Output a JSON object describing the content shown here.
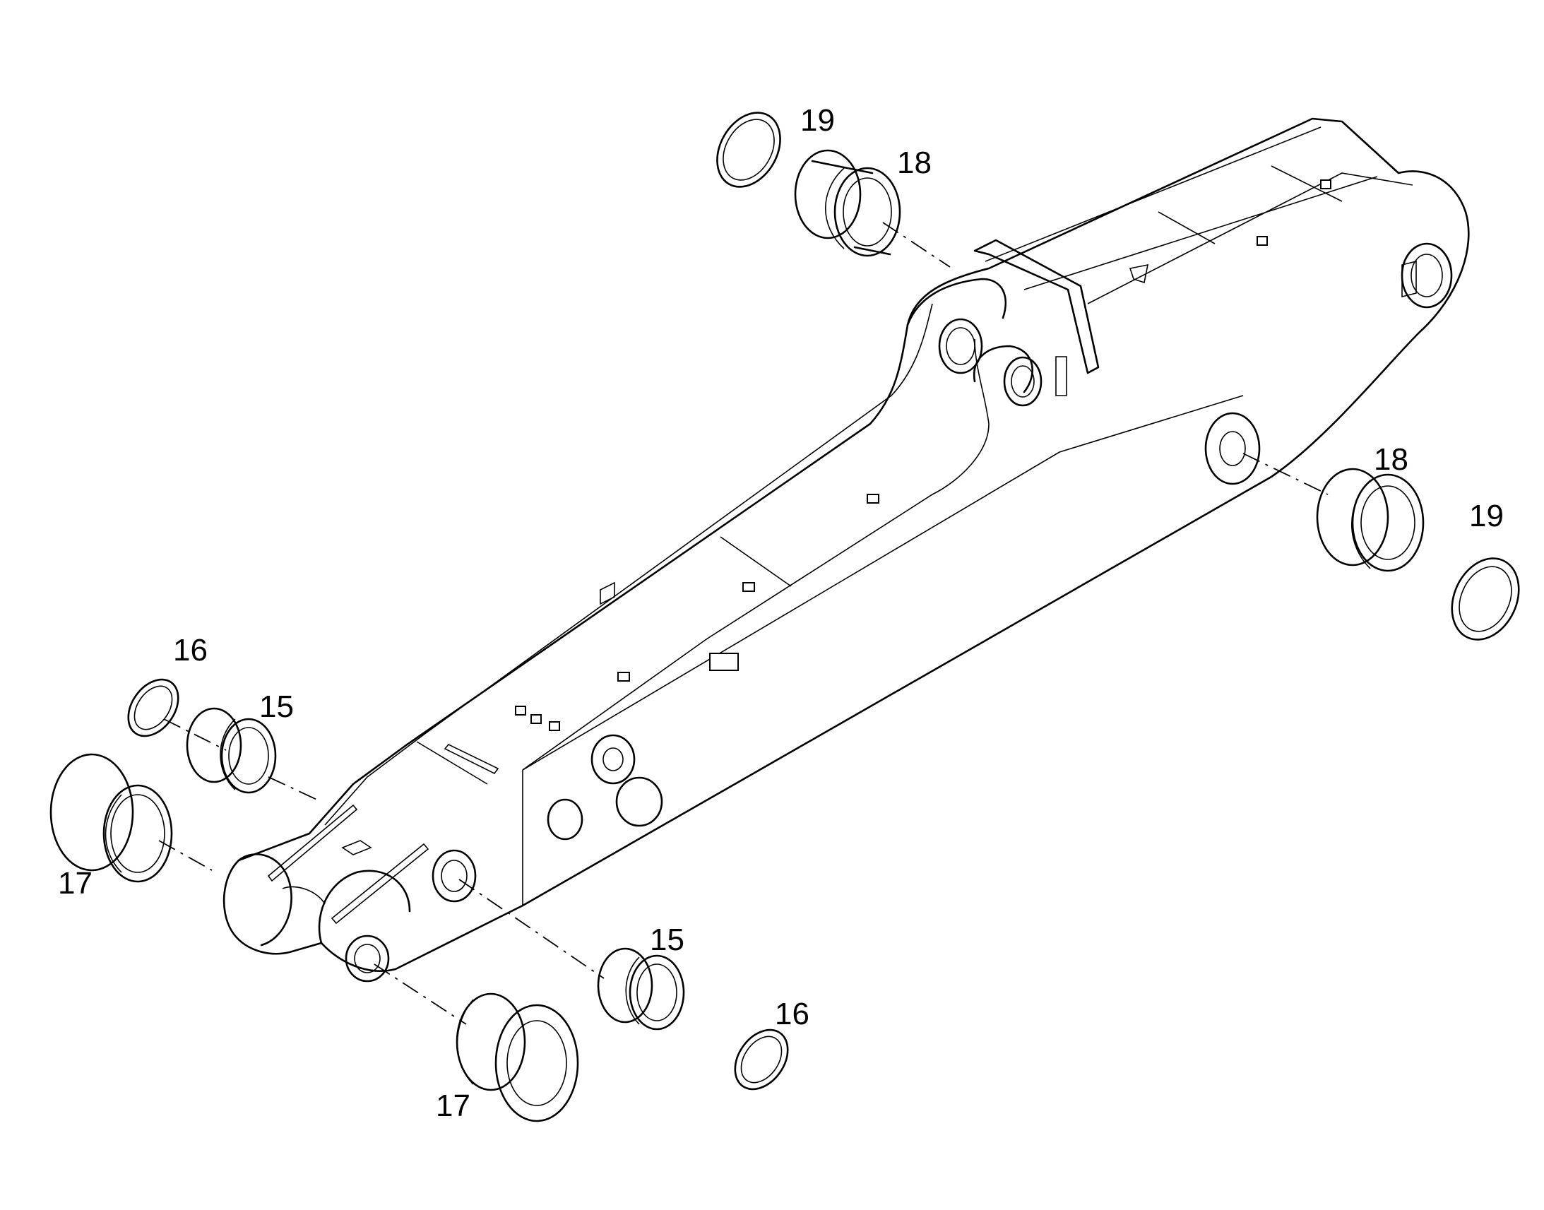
{
  "callouts": [
    "19",
    "18",
    "18",
    "19",
    "16",
    "15",
    "17",
    "15",
    "16",
    "17"
  ],
  "colors": {
    "line": "#000000",
    "background": "#ffffff"
  }
}
